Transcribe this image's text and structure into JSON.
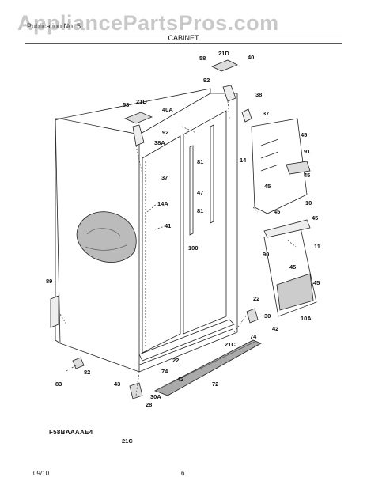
{
  "header": {
    "watermark": "AppliancePartsPros.com",
    "publication": "Publication No. 5...",
    "model": "...",
    "section_title": "CABINET"
  },
  "diagram": {
    "code": "F58BAAAAE4",
    "callouts": [
      "58",
      "21D",
      "40",
      "92",
      "38",
      "37",
      "58",
      "21D",
      "40A",
      "92",
      "38A",
      "45",
      "91",
      "14",
      "45",
      "81",
      "47",
      "37",
      "45",
      "10",
      "14A",
      "81",
      "45",
      "41",
      "45",
      "11",
      "100",
      "90",
      "45",
      "45",
      "89",
      "10A",
      "22",
      "30",
      "42",
      "74",
      "21C",
      "22",
      "82",
      "74",
      "83",
      "42",
      "43",
      "30A",
      "72",
      "28",
      "21C"
    ]
  },
  "footer": {
    "date": "09/10",
    "page": "6"
  }
}
